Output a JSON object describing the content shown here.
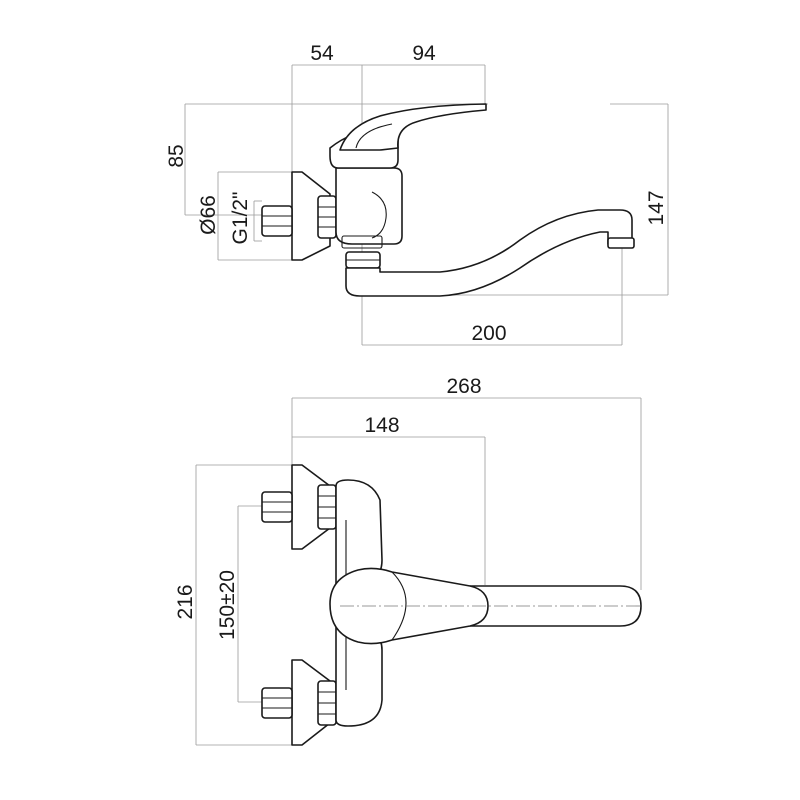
{
  "side_view": {
    "dim_top_left": "54",
    "dim_top_right": "94",
    "dim_height_left": "85",
    "dim_diameter": "Ø66",
    "dim_thread": "G1/2\"",
    "dim_height_right": "147",
    "dim_spout_length": "200"
  },
  "top_view": {
    "dim_total_width": "268",
    "dim_body_width": "148",
    "dim_total_height": "216",
    "dim_inlet_spacing": "150±20"
  }
}
